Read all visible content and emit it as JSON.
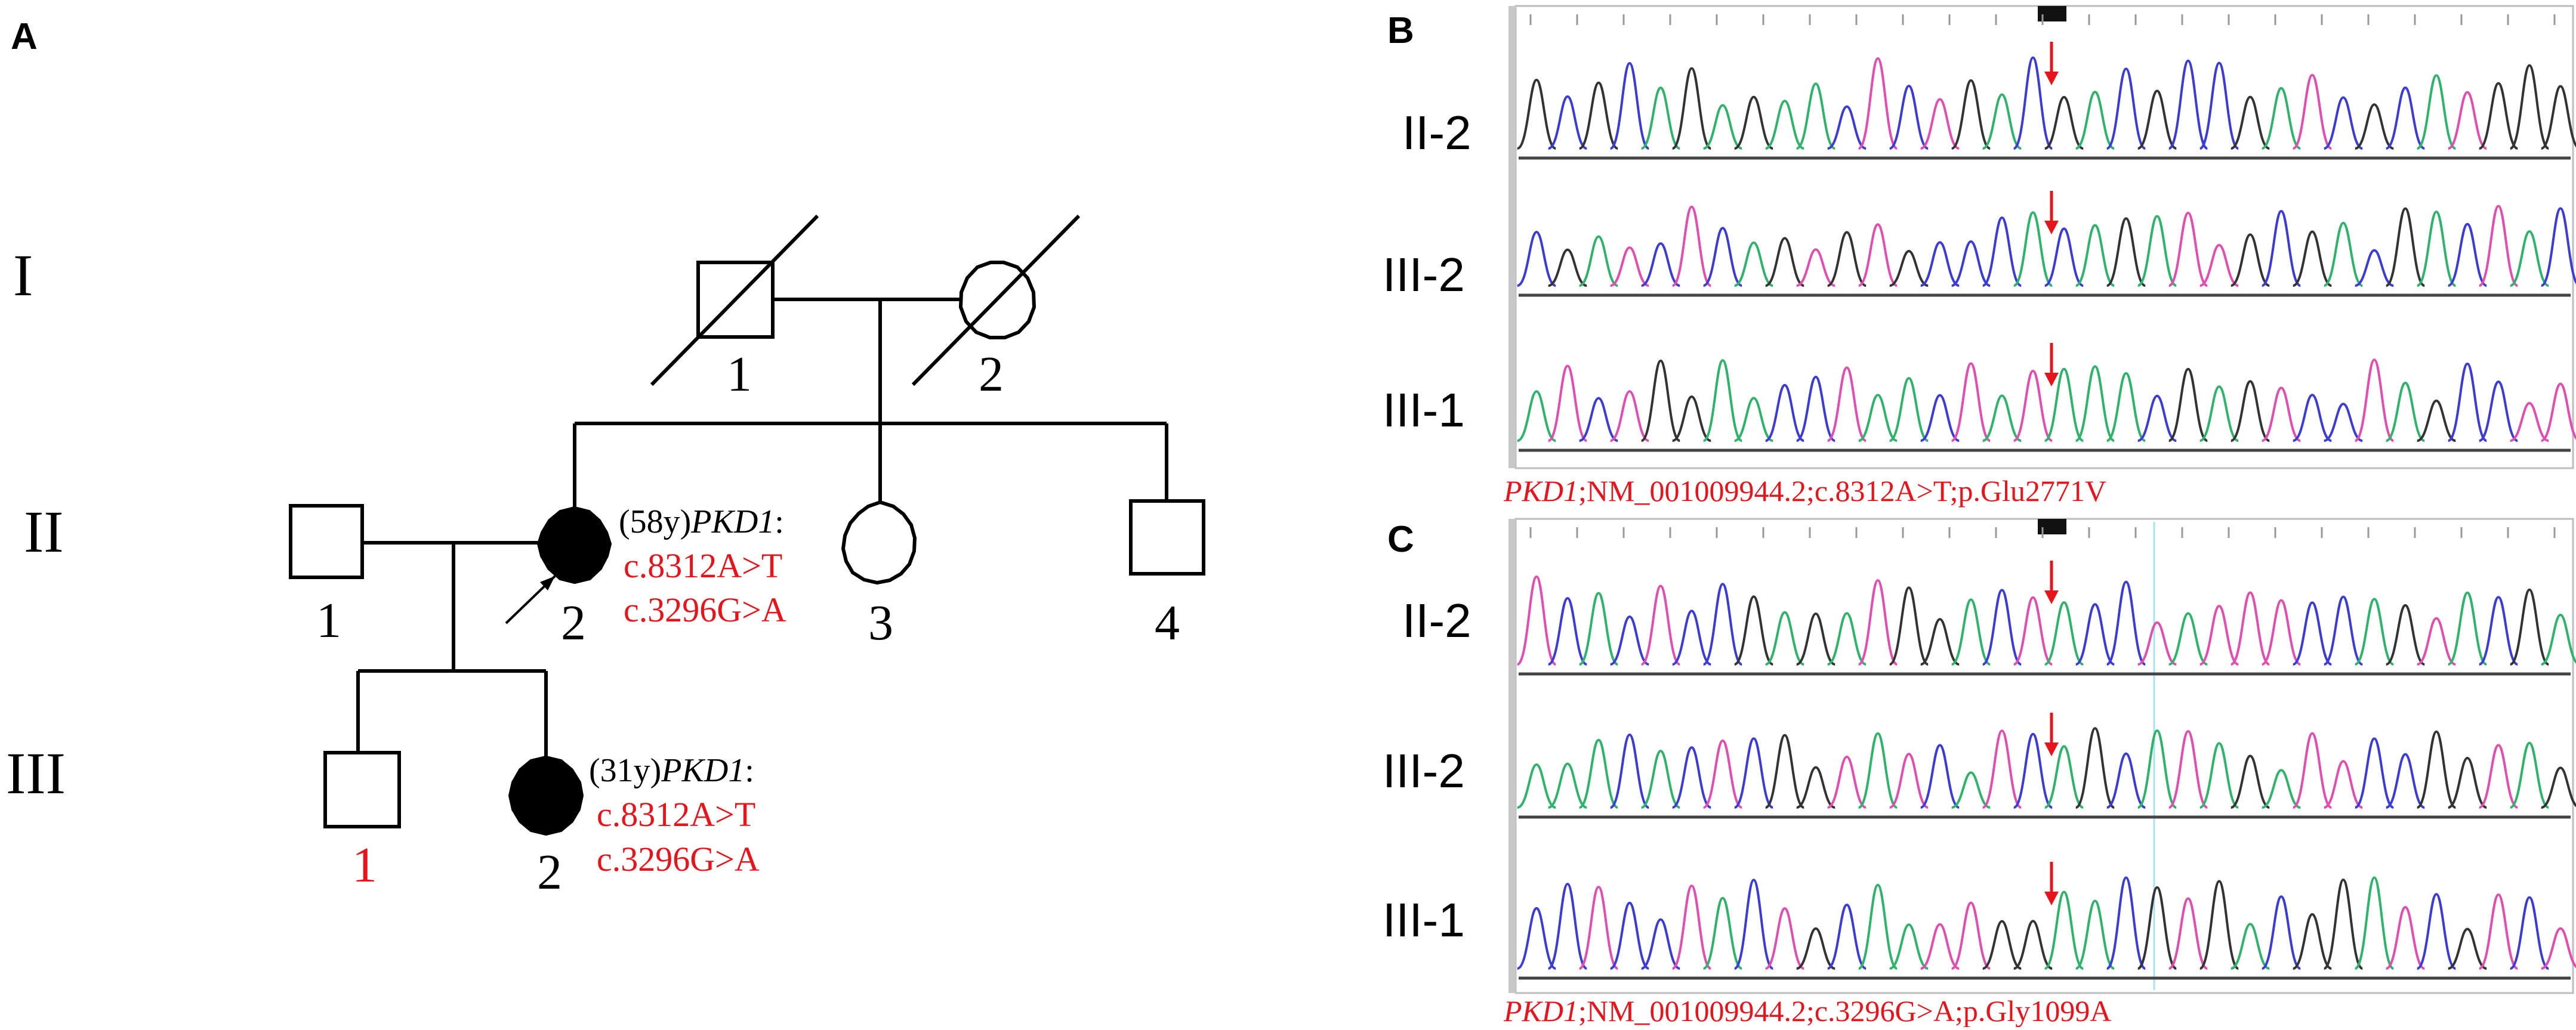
{
  "panels": {
    "a": "A",
    "b": "B",
    "c": "C"
  },
  "pedigree": {
    "generations": [
      "I",
      "II",
      "III"
    ],
    "individuals": {
      "I_1": "1",
      "I_2": "2",
      "II_1": "1",
      "II_2": "2",
      "II_3": "3",
      "II_4": "4",
      "III_1": "1",
      "III_2": "2"
    },
    "proband_annotation": {
      "age": "(58y)",
      "gene": "PKD1",
      "colon": ":",
      "variant_1": "c.8312A>T",
      "variant_2": "c.3296G>A"
    },
    "daughter_annotation": {
      "age": "(31y)",
      "gene": "PKD1",
      "colon": ":",
      "variant_1": "c.8312A>T",
      "variant_2": "c.3296G>A"
    },
    "colors": {
      "affected": "#000000",
      "highlight": "#e8141b"
    }
  },
  "sequencing": {
    "b": {
      "traces": [
        "II-2",
        "III-2",
        "III-1"
      ],
      "caption_gene": "PKD1",
      "caption_rest": ";NM_001009944.2;c.8312A>T;p.Glu2771V"
    },
    "c": {
      "traces": [
        "II-2",
        "III-2",
        "III-1"
      ],
      "caption_gene": "PKD1",
      "caption_rest": ";NM_001009944.2;c.3296G>A;p.Gly1099A"
    },
    "trace_colors": [
      "#3b3bd6",
      "#333333",
      "#2fb36a",
      "#e04fb0"
    ],
    "mutation_arrow_color": "#e8141b"
  }
}
